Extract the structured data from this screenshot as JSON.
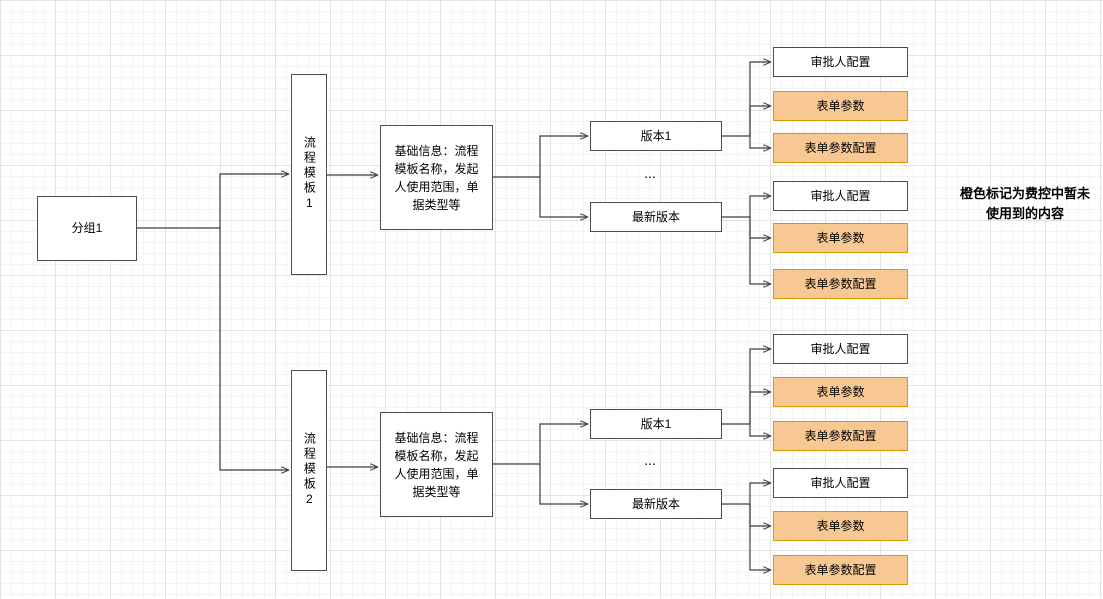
{
  "diagram": {
    "annotation": "橙色标记为费控中暂未使用到的内容",
    "ellipsis": "...",
    "colors": {
      "orange_fill": "#F8C893",
      "orange_border": "#D79B00",
      "line": "#3F3F3F",
      "box_border": "#4D4D4D"
    },
    "root": {
      "label": "分组1"
    },
    "templates": [
      {
        "label": "流程模板1",
        "basic_info": "基础信息：流程模板名称，发起人使用范围，单据类型等",
        "versions": [
          {
            "label": "版本1",
            "children": [
              {
                "label": "审批人配置",
                "highlight": false
              },
              {
                "label": "表单参数",
                "highlight": true
              },
              {
                "label": "表单参数配置",
                "highlight": true
              }
            ]
          },
          {
            "label": "最新版本",
            "children": [
              {
                "label": "审批人配置",
                "highlight": false
              },
              {
                "label": "表单参数",
                "highlight": true
              },
              {
                "label": "表单参数配置",
                "highlight": true
              }
            ]
          }
        ]
      },
      {
        "label": "流程模板2",
        "basic_info": "基础信息：流程模板名称，发起人使用范围，单据类型等",
        "versions": [
          {
            "label": "版本1",
            "children": [
              {
                "label": "审批人配置",
                "highlight": false
              },
              {
                "label": "表单参数",
                "highlight": true
              },
              {
                "label": "表单参数配置",
                "highlight": true
              }
            ]
          },
          {
            "label": "最新版本",
            "children": [
              {
                "label": "审批人配置",
                "highlight": false
              },
              {
                "label": "表单参数",
                "highlight": true
              },
              {
                "label": "表单参数配置",
                "highlight": true
              }
            ]
          }
        ]
      }
    ]
  }
}
